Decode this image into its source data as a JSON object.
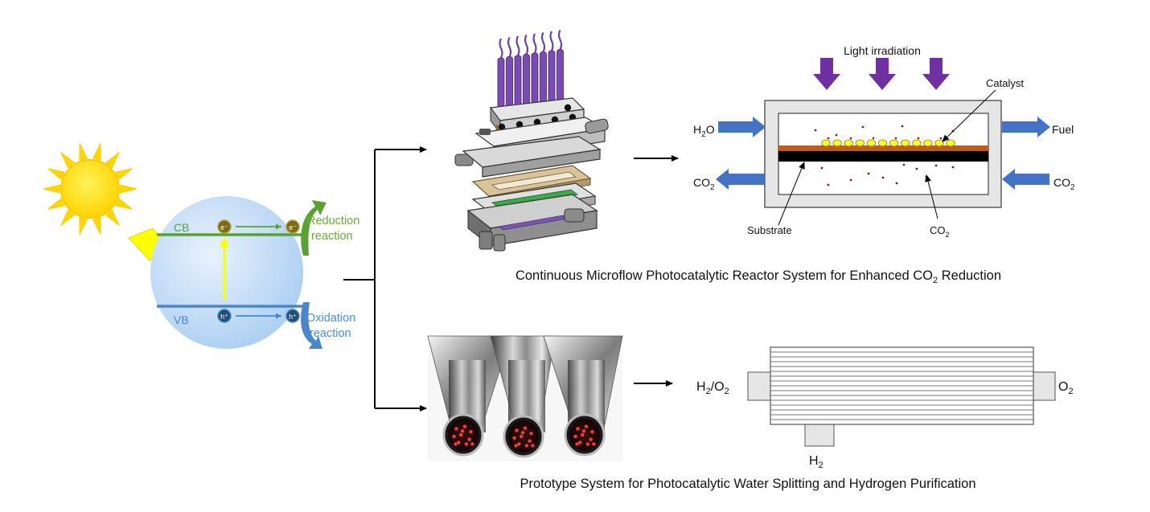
{
  "band_diagram": {
    "cb_label": "CB",
    "vb_label": "VB",
    "electron_symbol": "e⁻",
    "hole_symbol": "h⁺",
    "reduction_line1": "Reduction",
    "reduction_line2": "reaction",
    "oxidation_line1": "Oxidation",
    "oxidation_line2": "reaction"
  },
  "reactor": {
    "light_label": "Light irradiation",
    "catalyst_label": "Catalyst",
    "substrate_label": "Substrate",
    "h2o_in": "H",
    "h2o_in_sub": "2",
    "h2o_in_tail": "O",
    "fuel_out": "Fuel",
    "co2_out": "CO",
    "co2_out_sub": "2",
    "co2_in": "CO",
    "co2_in_sub": "2",
    "co2_particles": "CO",
    "co2_particles_sub": "2",
    "caption_pre": "Continuous Microflow Photocatalytic Reactor System for Enhanced CO",
    "caption_sub": "2",
    "caption_post": " Reduction"
  },
  "water_splitting": {
    "inlet_h": "H",
    "inlet_h_sub": "2",
    "inlet_o": "/O",
    "inlet_o_sub": "2",
    "outlet_o": "O",
    "outlet_o_sub": "2",
    "outlet_h": "H",
    "outlet_h_sub": "2",
    "caption": "Prototype System for Photocatalytic Water Splitting and Hydrogen Purification"
  },
  "colors": {
    "sun": "#ffe20a",
    "sun_rays": "#ffd200",
    "sphere_light": "#e3eefc",
    "sphere_dark": "#9cc6ef",
    "cb": "#5aa133",
    "vb": "#4a86c8",
    "reduction_text": "#6aaa3a",
    "oxidation_text": "#4a8fd0",
    "arrow_blue": "#4472c4",
    "light_arrow": "#7030a0",
    "catalyst": "#ffff33",
    "substrate_top": "#c55a11"
  }
}
